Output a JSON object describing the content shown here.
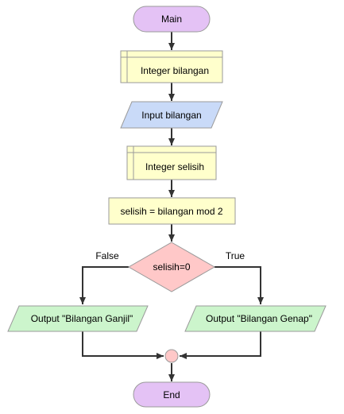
{
  "diagram": {
    "type": "flowchart",
    "nodes": {
      "main": {
        "label": "Main",
        "shape": "terminal",
        "color": "#e4c2f5"
      },
      "declare_bilangan": {
        "label": "Integer bilangan",
        "shape": "declare",
        "color": "#ffffcc"
      },
      "input_bilangan": {
        "label": "Input bilangan",
        "shape": "input",
        "color": "#c9daf8"
      },
      "declare_selisih": {
        "label": "Integer selisih",
        "shape": "declare",
        "color": "#ffffcc"
      },
      "assign": {
        "label": "selisih = bilangan mod 2",
        "shape": "process",
        "color": "#ffffcc"
      },
      "decision": {
        "label": "selisih=0",
        "shape": "decision",
        "color": "#ffc8c8"
      },
      "output_ganjil": {
        "label": "Output \"Bilangan Ganjil\"",
        "shape": "output",
        "color": "#ccf5cc"
      },
      "output_genap": {
        "label": "Output \"Bilangan Genap\"",
        "shape": "output",
        "color": "#ccf5cc"
      },
      "merge": {
        "label": "",
        "shape": "connector",
        "color": "#ffc8c8"
      },
      "end": {
        "label": "End",
        "shape": "terminal",
        "color": "#e4c2f5"
      }
    },
    "branches": {
      "false_label": "False",
      "true_label": "True"
    },
    "edges": [
      {
        "from": "main",
        "to": "declare_bilangan"
      },
      {
        "from": "declare_bilangan",
        "to": "input_bilangan"
      },
      {
        "from": "input_bilangan",
        "to": "declare_selisih"
      },
      {
        "from": "declare_selisih",
        "to": "assign"
      },
      {
        "from": "assign",
        "to": "decision"
      },
      {
        "from": "decision",
        "to": "output_ganjil",
        "label": "False"
      },
      {
        "from": "decision",
        "to": "output_genap",
        "label": "True"
      },
      {
        "from": "output_ganjil",
        "to": "merge"
      },
      {
        "from": "output_genap",
        "to": "merge"
      },
      {
        "from": "merge",
        "to": "end"
      }
    ],
    "colors": {
      "line": "#333333",
      "border": "#9a9a9a"
    }
  }
}
